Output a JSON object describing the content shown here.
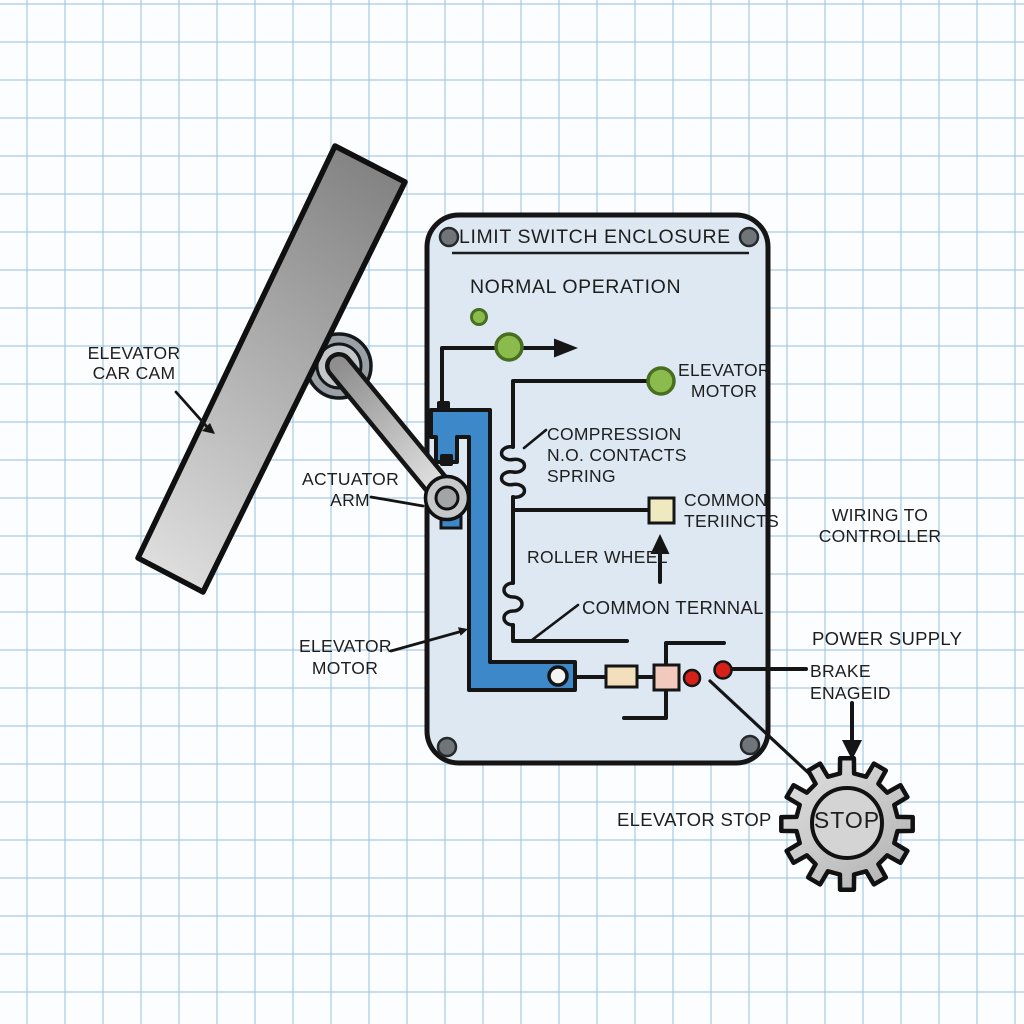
{
  "title": "LIMIT SWITCH ENCLOSURE",
  "labels": {
    "normal_operation": "NORMAL OPERATION",
    "elevator_motor_right_1": "ELEVATOR",
    "elevator_motor_right_2": "MOTOR",
    "compression_1": "COMPRESSION",
    "compression_2": "N.O. CONTACTS",
    "compression_3": "SPRING",
    "common_contacts_1": "COMMON",
    "common_contacts_2": "TERIINCTS",
    "roller_wheel": "ROLLER WHEEL",
    "common_terminal": "COMMON TERNNAL",
    "elevator_car_cam_1": "ELEVATOR",
    "elevator_car_cam_2": "CAR CAM",
    "actuator_arm_1": "ACTUATOR",
    "actuator_arm_2": "ARM",
    "elevator_motor_left_1": "ELEVATOR",
    "elevator_motor_left_2": "MOTOR",
    "wiring_to_controller_1": "WIRING TO",
    "wiring_to_controller_2": "CONTROLLER",
    "power_supply": "POWER SUPPLY",
    "brake_engaged_1": "BRAKE",
    "brake_engaged_2": "ENAGEID",
    "elevator_stop": "ELEVATOR STOP",
    "stop_gear": "STOP"
  },
  "colors": {
    "grid_blue": "#9ec4e0",
    "enclosure_fill": "#dde8f3",
    "outline_black": "#151515",
    "mechanism_blue": "#3d88c8",
    "contact_green_fill": "#8bbb4d",
    "contact_green_stroke": "#476f1f",
    "signal_red": "#d6201a",
    "contact_yellow": "#efe9c0",
    "contact_tan": "#f3dfbc",
    "contact_pink": "#f1c9bd",
    "metal_light": "#d9d9d9",
    "metal_dark": "#8a8a8a",
    "screw_gray": "#70757a"
  }
}
